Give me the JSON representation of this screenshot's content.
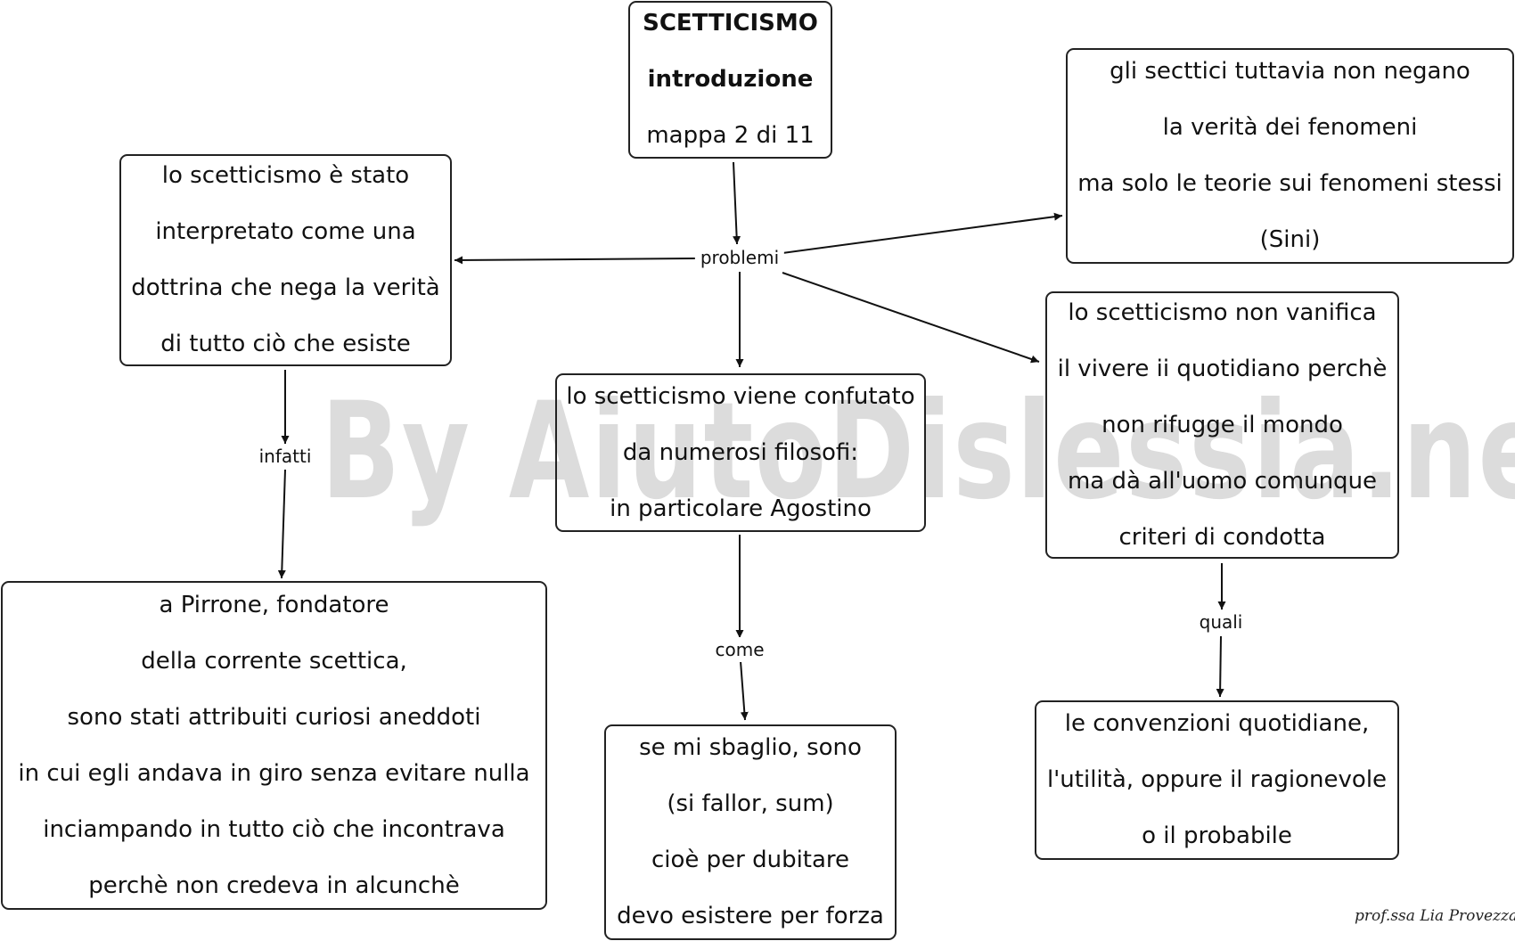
{
  "watermark": "By AiutoDislessia.net",
  "signature": "prof.ssa Lia Provezza",
  "nodes": {
    "title": {
      "lines": [
        "SCETTICISMO",
        "introduzione",
        "mappa 2 di 11"
      ]
    },
    "interpretation": {
      "lines": [
        "lo scetticismo è stato",
        "interpretato come una",
        "dottrina che nega la verità",
        "di tutto ciò che esiste"
      ]
    },
    "phenomena": {
      "lines": [
        "gli secttici tuttavia non negano",
        "la verità dei fenomeni",
        "ma solo le teorie sui fenomeni stessi",
        "(Sini)"
      ]
    },
    "confuted": {
      "lines": [
        "lo scetticismo viene confutato",
        "da numerosi filosofi:",
        "in particolare Agostino"
      ]
    },
    "daily_life": {
      "lines": [
        "lo scetticismo non vanifica",
        "il vivere ii quotidiano perchè",
        "non rifugge il mondo",
        "ma dà all'uomo comunque",
        "criteri di condotta"
      ]
    },
    "pirrone": {
      "lines": [
        "a Pirrone, fondatore",
        "della corrente scettica,",
        "sono stati attribuiti curiosi aneddoti",
        "in cui egli andava in giro senza evitare nulla",
        "inciampando in tutto ciò che incontrava",
        "perchè non credeva in alcunchè"
      ]
    },
    "si_fallor": {
      "lines": [
        "se mi sbaglio, sono",
        "(si fallor, sum)",
        "cioè per dubitare",
        "devo esistere per forza"
      ]
    },
    "conventions": {
      "lines": [
        "le convenzioni quotidiane,",
        "l'utilità, oppure il ragionevole",
        "o il probabile"
      ]
    }
  },
  "link_labels": {
    "problemi": "problemi",
    "infatti": "infatti",
    "come": "come",
    "quali": "quali"
  }
}
